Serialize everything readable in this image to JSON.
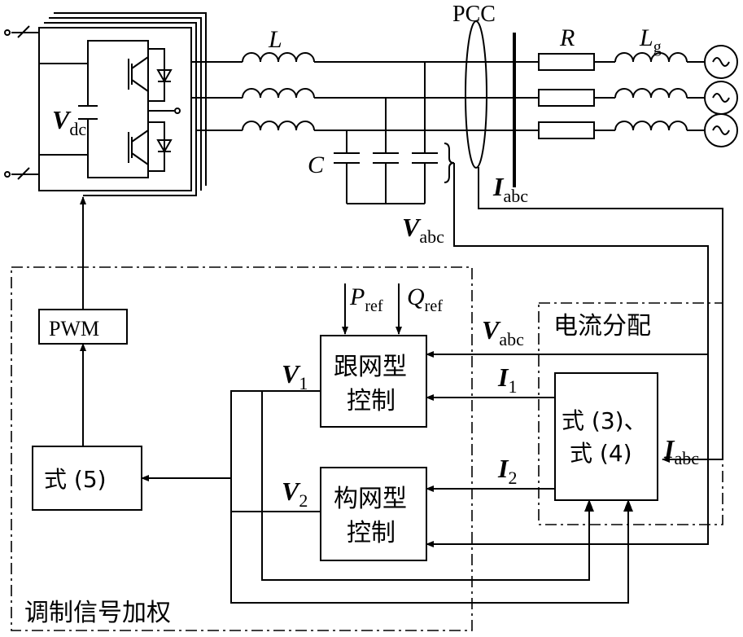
{
  "labels": {
    "L": "L",
    "PCC": "PCC",
    "R": "R",
    "Lg_main": "L",
    "Lg_sub": "g",
    "C": "C",
    "Vdc_main": "V",
    "Vdc_sub": "dc",
    "Iabc_top_main": "I",
    "Iabc_top_sub": "abc",
    "Vabc_top_main": "V",
    "Vabc_top_sub": "abc",
    "Pref_main": "P",
    "Pref_sub": "ref",
    "Qref_main": "Q",
    "Qref_sub": "ref",
    "PWM": "PWM",
    "Vabc_mid_main": "V",
    "Vabc_mid_sub": "abc",
    "current_alloc": "电流分配",
    "V1_main": "V",
    "V1_sub": "1",
    "I1_main": "I",
    "I1_sub": "1",
    "gfl_line1": "跟网型",
    "gfl_line2": "控制",
    "eq34_line1": "式 (3)、",
    "eq34_line2": "式 (4)",
    "Iabc_right_main": "I",
    "Iabc_right_sub": "abc",
    "eq5": "式 (5)",
    "V2_main": "V",
    "V2_sub": "2",
    "I2_main": "I",
    "I2_sub": "2",
    "gfm_line1": "构网型",
    "gfm_line2": "控制",
    "weighting": "调制信号加权"
  }
}
